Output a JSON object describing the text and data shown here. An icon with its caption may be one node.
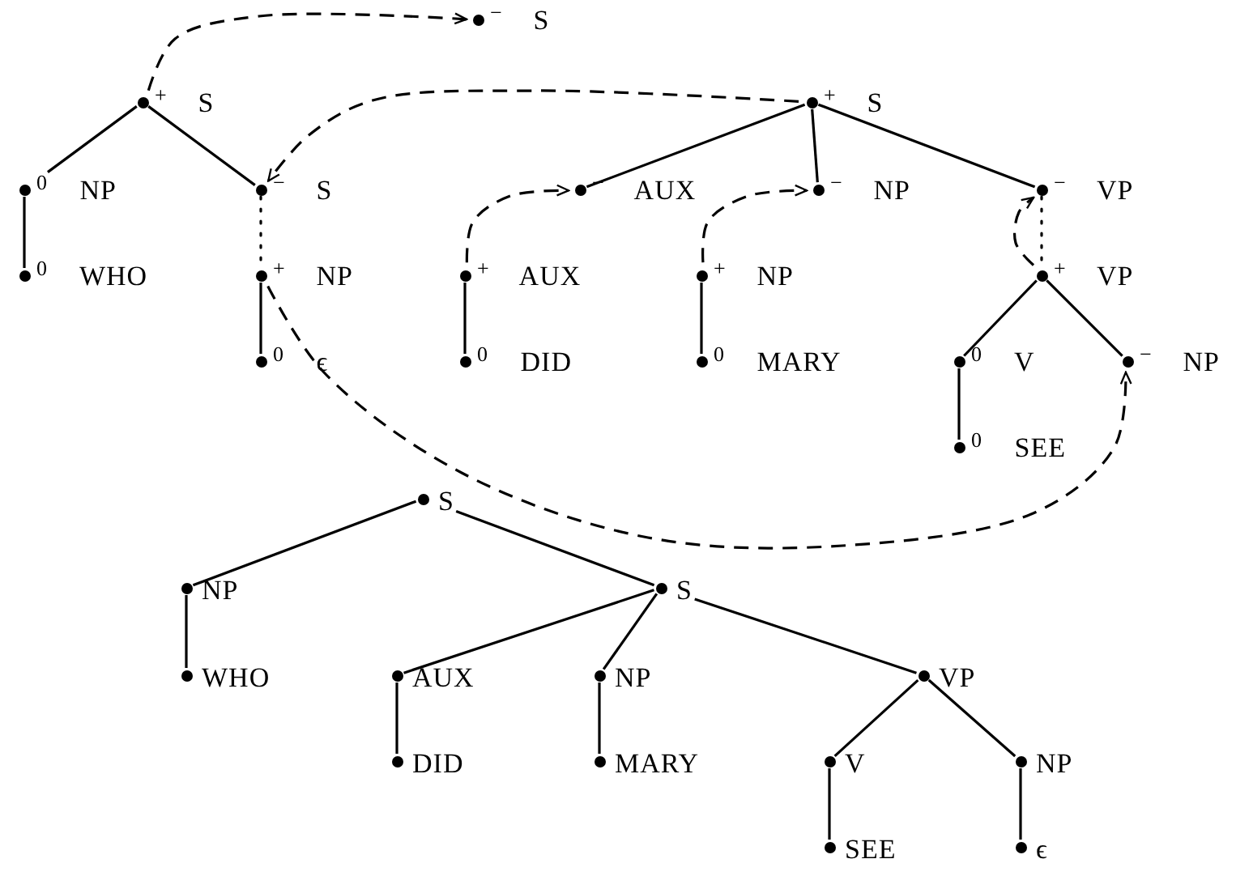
{
  "diagram": {
    "nodes": [
      {
        "text": [
          "$^{−}$ S"
        ]
      },
      {
        "text": [
          "$^{+}$ S"
        ]
      },
      {
        "text": [
          "$^{0}$ NP"
        ]
      },
      {
        "text": [
          "$^{0}$ WHO"
        ]
      },
      {
        "text": [
          "$^{−}$ S"
        ]
      },
      {
        "text": [
          "$^{+}$ NP"
        ]
      },
      {
        "text": [
          "$^{0}$ ϵ"
        ]
      },
      {
        "text": [
          "$^{+}$ S"
        ]
      },
      {
        "text": [
          "$^{−}$ AUX"
        ]
      },
      {
        "text": [
          "$^{+}$ AUX"
        ]
      },
      {
        "text": [
          "$^{0}$ DID"
        ]
      },
      {
        "text": [
          "$^{−}$ NP"
        ]
      },
      {
        "text": [
          "$^{+}$ NP"
        ]
      },
      {
        "text": [
          "$^{0}$ MARY"
        ]
      },
      {
        "text": [
          "$^{−}$ VP"
        ]
      },
      {
        "text": [
          "$^{+}$ VP"
        ]
      },
      {
        "text": [
          "$^{0}$ V"
        ]
      },
      {
        "text": [
          "$^{−}$ NP"
        ]
      },
      {
        "text": [
          "$^{0}$ SEE"
        ]
      },
      {
        "text": [
          "S"
        ]
      },
      {
        "text": [
          "NP"
        ]
      },
      {
        "text": [
          "WHO"
        ]
      },
      {
        "text": [
          "S"
        ]
      },
      {
        "text": [
          "AUX"
        ]
      },
      {
        "text": [
          "DID"
        ]
      },
      {
        "text": [
          "NP"
        ]
      },
      {
        "text": [
          "MARY"
        ]
      },
      {
        "text": [
          "VP"
        ]
      },
      {
        "text": [
          "V"
        ]
      },
      {
        "text": [
          "SEE"
        ]
      },
      {
        "text": [
          "NP"
        ]
      },
      {
        "text": [
          "ϵ"
        ]
      }
    ],
    "edges": [
      {
        "from": 1,
        "to": 2,
        "arrow": "none"
      },
      {
        "from": 2,
        "to": 3,
        "arrow": "none"
      },
      {
        "from": 1,
        "to": 4,
        "arrow": "none"
      },
      {
        "from": 4,
        "to": 5,
        "arrow": "none",
        "style": "dashed"
      },
      {
        "from": 5,
        "to": 6,
        "arrow": "none"
      },
      {
        "from": 7,
        "to": 8,
        "arrow": "none"
      },
      {
        "from": 7,
        "to": 11,
        "arrow": "none"
      },
      {
        "from": 7,
        "to": 14,
        "arrow": "none"
      },
      {
        "from": 9,
        "to": 10,
        "arrow": "none"
      },
      {
        "from": 12,
        "to": 13,
        "arrow": "none"
      },
      {
        "from": 14,
        "to": 15,
        "arrow": "none",
        "style": "dashed"
      },
      {
        "from": 15,
        "to": 16,
        "arrow": "none"
      },
      {
        "from": 15,
        "to": 17,
        "arrow": "none"
      },
      {
        "from": 16,
        "to": 18,
        "arrow": "none"
      },
      {
        "from": 1,
        "to": 0,
        "arrow": "to",
        "style": "dashed"
      },
      {
        "from": 7,
        "to": 4,
        "arrow": "to",
        "style": "dashed"
      },
      {
        "from": 9,
        "to": 8,
        "arrow": "to",
        "style": "dashed"
      },
      {
        "from": 12,
        "to": 11,
        "arrow": "to",
        "style": "dashed"
      },
      {
        "from": 15,
        "to": 14,
        "arrow": "to",
        "style": "dashed"
      },
      {
        "from": 5,
        "to": 17,
        "arrow": "to",
        "style": "dashed"
      },
      {
        "from": 19,
        "to": 20,
        "arrow": "none"
      },
      {
        "from": 20,
        "to": 21,
        "arrow": "none"
      },
      {
        "from": 19,
        "to": 22,
        "arrow": "none"
      },
      {
        "from": 22,
        "to": 23,
        "arrow": "none"
      },
      {
        "from": 23,
        "to": 24,
        "arrow": "none"
      },
      {
        "from": 22,
        "to": 25,
        "arrow": "none"
      },
      {
        "from": 25,
        "to": 26,
        "arrow": "none"
      },
      {
        "from": 22,
        "to": 27,
        "arrow": "none"
      },
      {
        "from": 27,
        "to": 28,
        "arrow": "none"
      },
      {
        "from": 28,
        "to": 29,
        "arrow": "none"
      },
      {
        "from": 27,
        "to": 30,
        "arrow": "none"
      },
      {
        "from": 30,
        "to": 31,
        "arrow": "none"
      }
    ]
  }
}
